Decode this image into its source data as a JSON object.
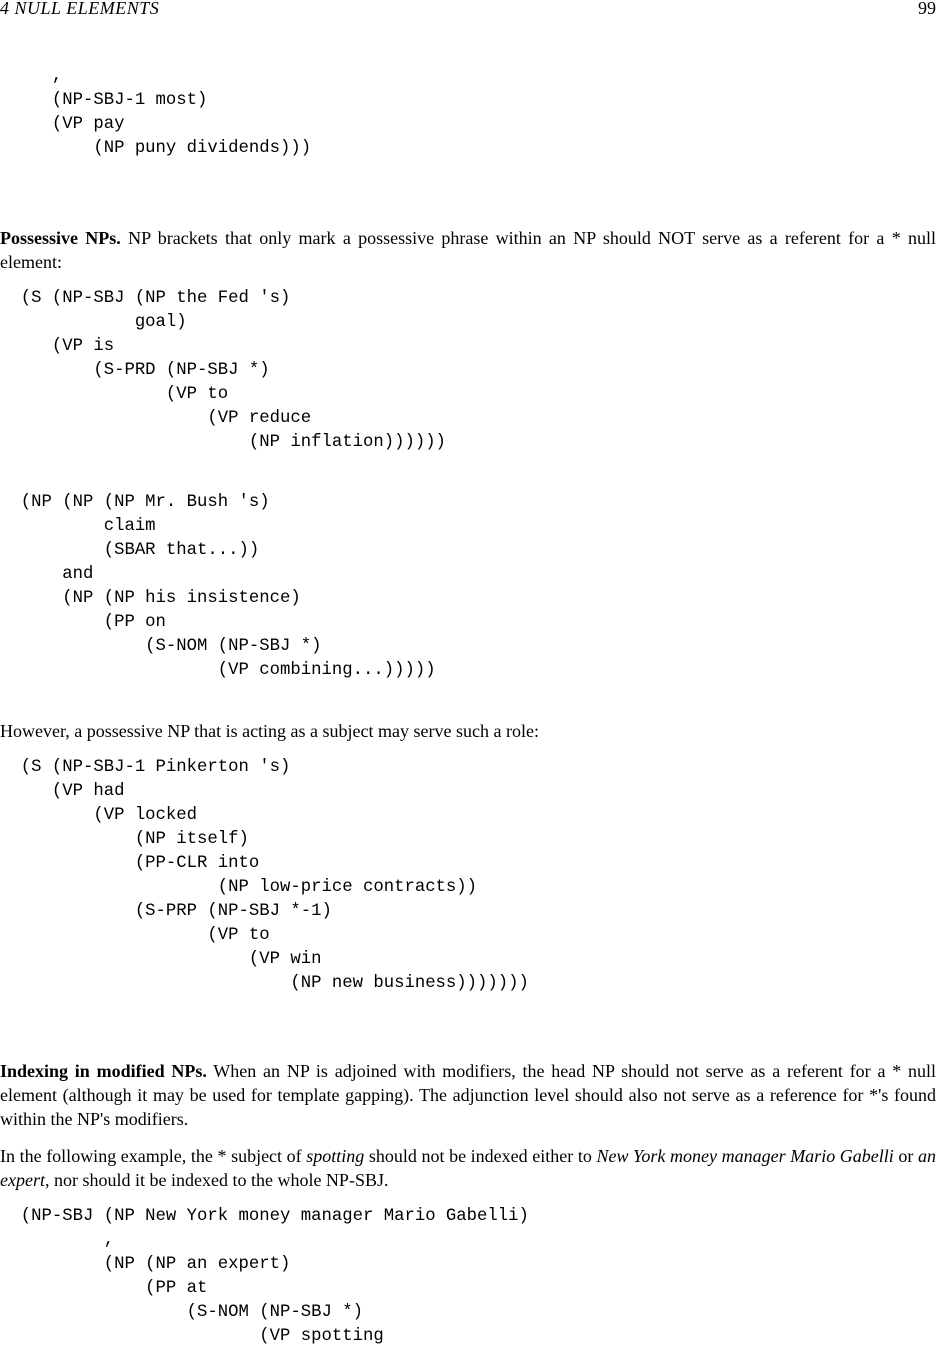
{
  "header": {
    "section": "4   NULL ELEMENTS",
    "page_number": "99"
  },
  "code_1": "     ,\n     (NP-SBJ-1 most)\n     (VP pay\n         (NP puny dividends)))",
  "possessive": {
    "heading": "Possessive NPs.",
    "text": "   NP brackets that only mark a possessive phrase within an NP should NOT serve as a referent for a * null element:"
  },
  "code_2": "  (S (NP-SBJ (NP the Fed 's)\n             goal)\n     (VP is\n         (S-PRD (NP-SBJ *)\n                (VP to\n                    (VP reduce\n                        (NP inflation))))))",
  "code_3": "  (NP (NP (NP Mr. Bush 's)\n          claim\n          (SBAR that...))\n      and\n      (NP (NP his insistence)\n          (PP on\n              (S-NOM (NP-SBJ *)\n                     (VP combining...)))))",
  "however_text": "However, a possessive NP that is acting as a subject may serve such a role:",
  "code_4": "  (S (NP-SBJ-1 Pinkerton 's)\n     (VP had\n         (VP locked\n             (NP itself)\n             (PP-CLR into\n                     (NP low-price contracts))\n             (S-PRP (NP-SBJ *-1)\n                    (VP to\n                        (VP win\n                            (NP new business)))))))",
  "indexing": {
    "heading": "Indexing in modified NPs.",
    "text": "   When an NP is adjoined with modifiers, the head NP should not serve as a referent for a * null element (although it may be used for template gapping). The adjunction level should also not serve as a reference for *'s found within the NP's modifiers."
  },
  "example": {
    "t1": "In the following example, the * subject of ",
    "i1": "spotting",
    "t2": " should not be indexed either to ",
    "i2": "New York money manager Mario Gabelli",
    "t3": " or ",
    "i3": "an expert",
    "t4": ", nor should it be indexed to the whole NP-SBJ."
  },
  "code_5": "  (NP-SBJ (NP New York money manager Mario Gabelli)\n          ,\n          (NP (NP an expert)\n              (PP at\n                  (S-NOM (NP-SBJ *)\n                         (VP spotting"
}
